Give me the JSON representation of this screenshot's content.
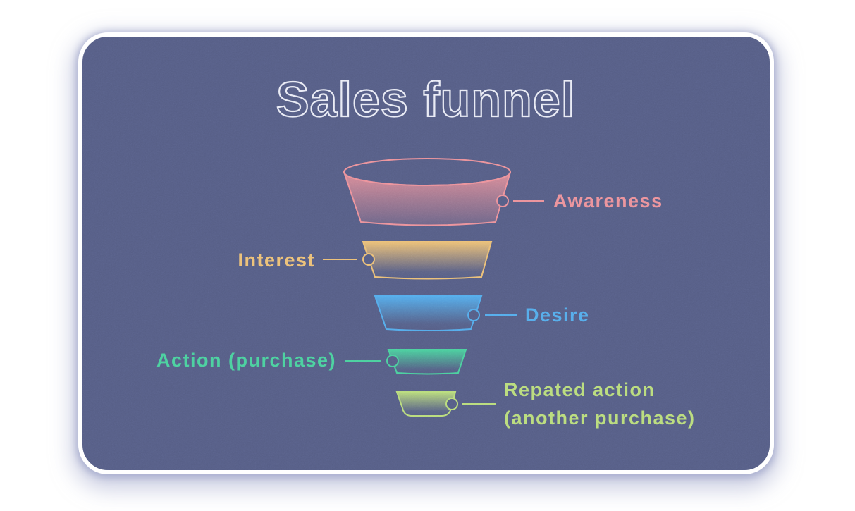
{
  "title": "Sales funnel",
  "colors": {
    "page_background": "#ffffff",
    "card_background": "#565e86",
    "card_border": "#ffffff",
    "card_glow": "#a6accd",
    "title_outline": "#e9ebf5"
  },
  "funnel": {
    "stages": [
      {
        "name": "awareness",
        "label": "Awareness",
        "color": "#ec929b",
        "label_side": "right"
      },
      {
        "name": "interest",
        "label": "Interest",
        "color": "#ecc077",
        "label_side": "left"
      },
      {
        "name": "desire",
        "label": "Desire",
        "color": "#55acec",
        "label_side": "right"
      },
      {
        "name": "action",
        "label": "Action (purchase)",
        "color": "#4bd09e",
        "label_side": "left"
      },
      {
        "name": "repeated-action",
        "label_lines": [
          "Repated action",
          "(another purchase)"
        ],
        "color": "#b9dc7c",
        "label_side": "right"
      }
    ]
  }
}
